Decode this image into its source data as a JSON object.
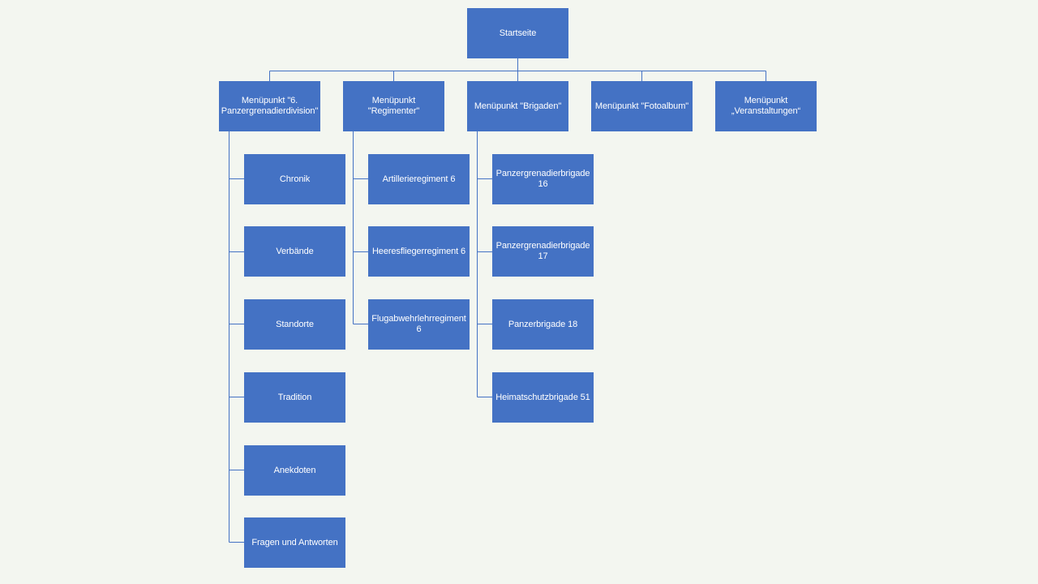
{
  "root": {
    "label": "Startseite"
  },
  "menu": [
    {
      "label": "Menüpunkt \"6.\nPanzergrenadierdivision\""
    },
    {
      "label": "Menüpunkt\n\"Regimenter\""
    },
    {
      "label": "Menüpunkt \"Brigaden\""
    },
    {
      "label": "Menüpunkt \"Fotoalbum\""
    },
    {
      "label": "Menüpunkt\n„Veranstaltungen“"
    }
  ],
  "division": [
    {
      "label": "Chronik"
    },
    {
      "label": "Verbände"
    },
    {
      "label": "Standorte"
    },
    {
      "label": "Tradition"
    },
    {
      "label": "Anekdoten"
    },
    {
      "label": "Fragen und Antworten"
    }
  ],
  "regimenter": [
    {
      "label": "Artillerieregiment 6"
    },
    {
      "label": "Heeresfliegerregiment 6"
    },
    {
      "label": "Flugabwehrlehrregiment\n6"
    }
  ],
  "brigaden": [
    {
      "label": "Panzergrenadierbrigade\n16"
    },
    {
      "label": "Panzergrenadierbrigade\n17"
    },
    {
      "label": "Panzerbrigade 18"
    },
    {
      "label": "Heimatschutzbrigade 51"
    }
  ],
  "colors": {
    "node": "#4472c4",
    "connector": "#4472c4",
    "background": "#f3f6f0",
    "text": "#ffffff"
  }
}
